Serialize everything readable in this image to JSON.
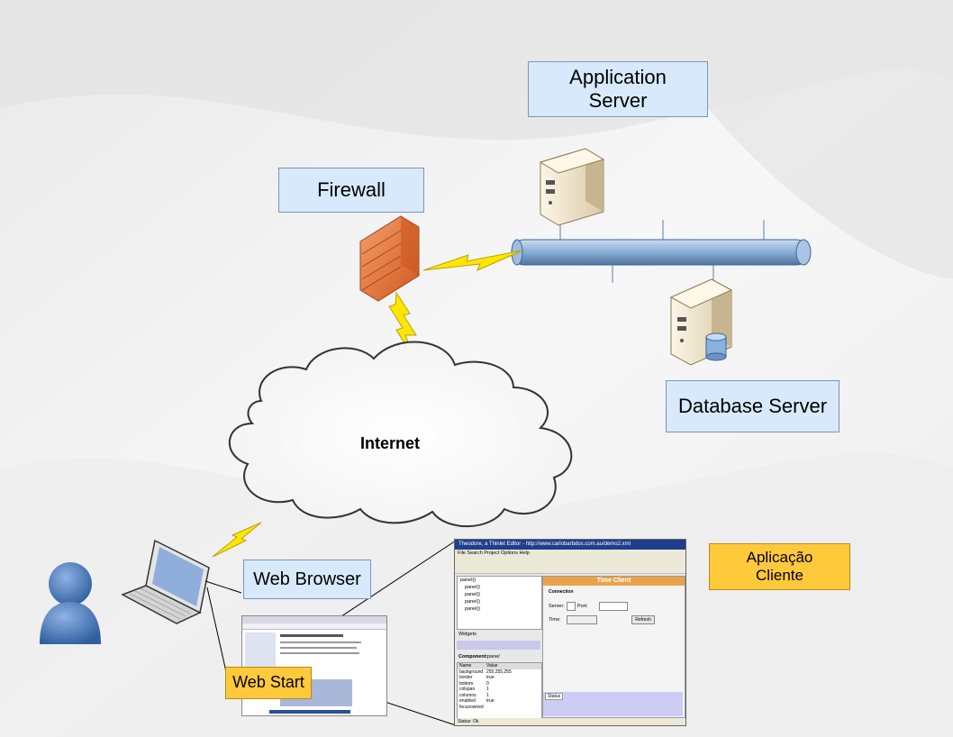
{
  "labels": {
    "application_server": "Application\nServer",
    "firewall": "Firewall",
    "database_server": "Database Server",
    "internet": "Internet",
    "web_browser": "Web Browser",
    "web_start": "Web Start",
    "aplicacao_cliente": "Aplicação\nCliente"
  },
  "app_window": {
    "title": "Theodore, a Thinlet Editor - http://www.carlobarbdos.com.au/demo2.xml",
    "menu": "File  Search  Project  Options  Help",
    "tree_root": "panel()",
    "tree_items": [
      "panel()",
      "panel()",
      "panel()",
      "panel()"
    ],
    "form_title": "Time Client",
    "connection_label": "Connection",
    "server_label": "Server:",
    "port_label": "Port:",
    "time_label": "Time:",
    "refresh_button": "Refresh",
    "widgets_label": "Widgets",
    "component_label": "Component:",
    "component_value": "panel",
    "props_header_name": "Name",
    "props_header_value": "Value",
    "props": [
      {
        "name": "background",
        "value": "255,255,255"
      },
      {
        "name": "border",
        "value": "true"
      },
      {
        "name": "bottom",
        "value": "0"
      },
      {
        "name": "colspan",
        "value": "1"
      },
      {
        "name": "columns",
        "value": "1"
      },
      {
        "name": "enabled",
        "value": "true"
      },
      {
        "name": "focusowned",
        "value": ""
      }
    ],
    "status_tab": "Status",
    "status_bar": "Status: Ok"
  },
  "colors": {
    "label_blue": "#d7e9fb",
    "label_orange": "#ffc93c",
    "bus_pipe": "#7fa6cf",
    "firewall_brick": "#e8763a",
    "lightning": "#ffe600",
    "user_blue": "#4f7fc0"
  }
}
